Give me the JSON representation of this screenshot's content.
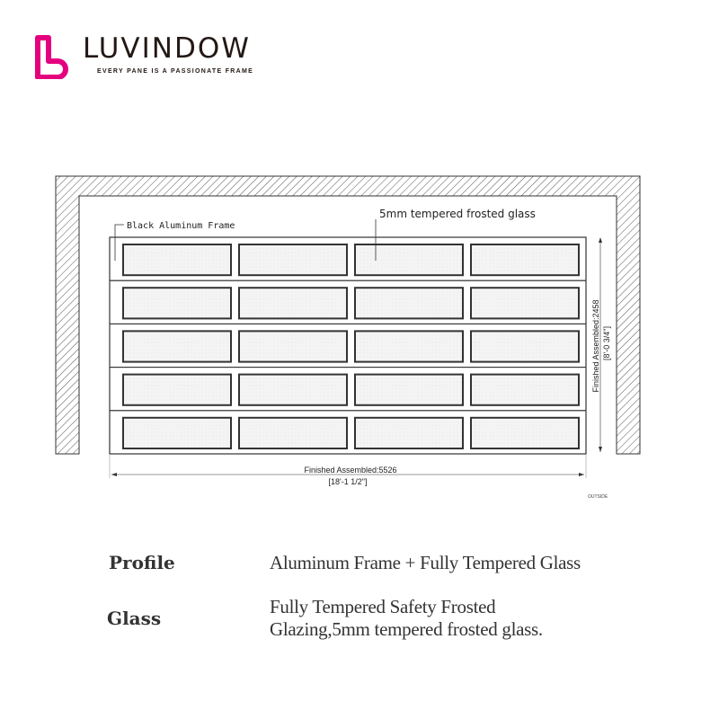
{
  "brand": {
    "name": "LUVINDOW",
    "tagline": "EVERY PANE IS A PASSIONATE FRAME",
    "accent": "#e5007f"
  },
  "drawing": {
    "label_frame": "Black Aluminum Frame",
    "label_glass": "5mm tempered frosted glass",
    "width_label": "Finished Assembled:5526",
    "width_imperial": "[18'-1 1/2\"]",
    "height_label": "Finished Assembled:2458",
    "height_imperial": "[8'-0 3/4\"]",
    "outside_label": "OUTSIDE",
    "rows": 5,
    "columns": 4
  },
  "specs": [
    {
      "label": "Profile",
      "value": [
        "Aluminum Frame + Fully Tempered Glass"
      ]
    },
    {
      "label": "Glass",
      "value": [
        "Fully Tempered Safety Frosted",
        "Glazing,5mm tempered frosted glass."
      ]
    }
  ]
}
